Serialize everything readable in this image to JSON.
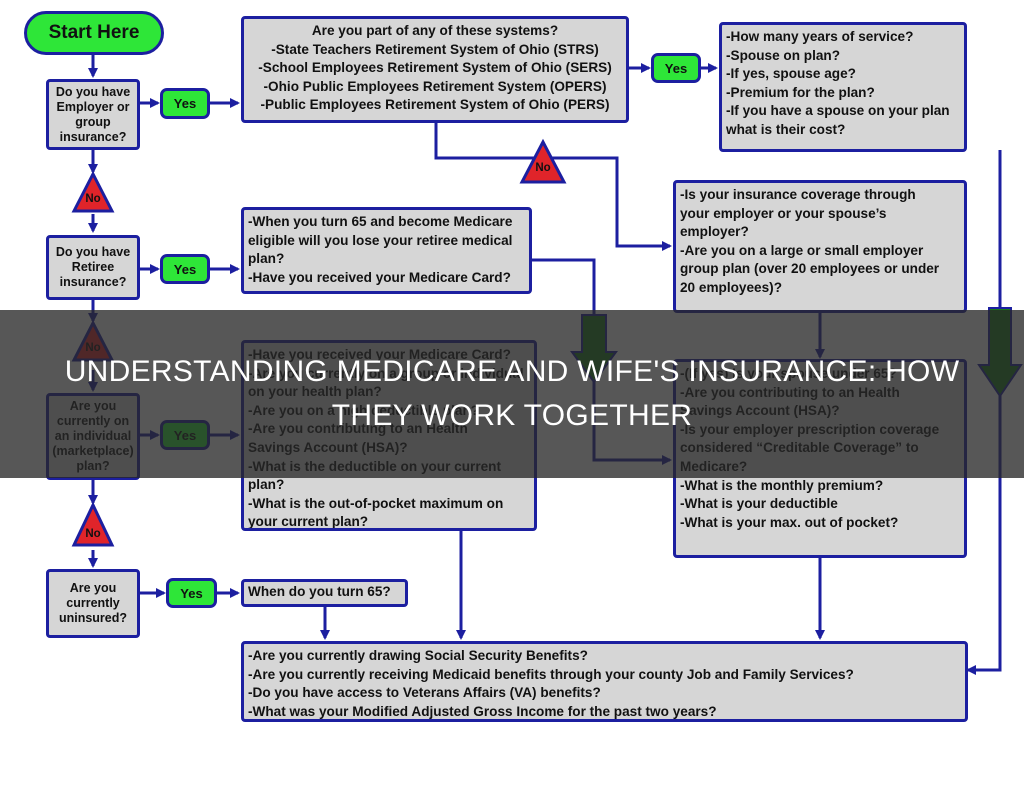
{
  "start": {
    "label": "Start Here"
  },
  "yes_label": "Yes",
  "no_label": "No",
  "questions": {
    "q1": [
      "Do you have",
      "Employer or",
      "group",
      "insurance?"
    ],
    "q2": [
      "Do you have",
      "Retiree",
      "insurance?"
    ],
    "q3": [
      "Are you",
      "currently on",
      "an individual",
      "(marketplace)",
      "plan?"
    ],
    "q4": [
      "Are you",
      "currently",
      "uninsured?"
    ]
  },
  "boxes": {
    "systems": [
      "Are you part of any of these systems?",
      "-State Teachers Retirement System of Ohio (STRS)",
      "-School Employees Retirement System of Ohio (SERS)",
      "-Ohio Public Employees Retirement System (OPERS)",
      "-Public Employees Retirement System of Ohio (PERS)"
    ],
    "service": [
      "-How many years of service?",
      "-Spouse on plan?",
      "-If yes, spouse age?",
      "-Premium for the plan?",
      "-If you have a spouse on your plan",
      "what is their cost?"
    ],
    "employer": [
      "-Is your insurance coverage through",
      "your employer or your spouse’s",
      "employer?",
      "-Are you on a large or small employer",
      "group plan (over 20 employees or under",
      "20 employees)?"
    ],
    "retiree": [
      "-When you turn 65 and become Medicare",
      "eligible will you lose your retiree medical",
      "plan?",
      "-Have you received your Medicare Card?"
    ],
    "marketplace": [
      "-Have you received your Medicare Card?",
      "-Are you currently on a group or individual",
      "on your health plan?",
      "-Are you on a high deductible plan?",
      "-Are you contributing to an Health",
      "Savings Account (HSA)?",
      "-What is the deductible on your current",
      "plan?",
      "-What is the out-of-pocket maximum on",
      "your current plan?"
    ],
    "spouse": [
      "-(If yes) Is your spouse under 65?",
      "-Are you contributing to an Health",
      "Savings Account (HSA)?",
      "-Is your employer prescription coverage",
      "considered “Creditable Coverage” to",
      "Medicare?",
      "-What is the monthly premium?",
      "-What is your deductible",
      "-What is your max. out of pocket?"
    ],
    "turn65": [
      "When do you turn 65?"
    ],
    "benefits": [
      "-Are you currently drawing Social Security Benefits?",
      "-Are you currently receiving Medicaid benefits through your county Job and Family Services?",
      "-Do you have access to Veterans Affairs (VA) benefits?",
      "-What was your Modified Adjusted Gross Income for the past two years?"
    ]
  },
  "overlay": {
    "headline_line1": "UNDERSTANDING MEDICARE AND WIFE'S INSURANCE: HOW",
    "headline_line2": "THEY WORK TOGETHER"
  },
  "colors": {
    "box_fill": "#d6d6d6",
    "box_border": "#1c1fa0",
    "yes_fill": "#2ee638",
    "no_fill": "#e0242a",
    "down_arrow_fill": "#1a7a1a",
    "overlay": "#282828"
  }
}
